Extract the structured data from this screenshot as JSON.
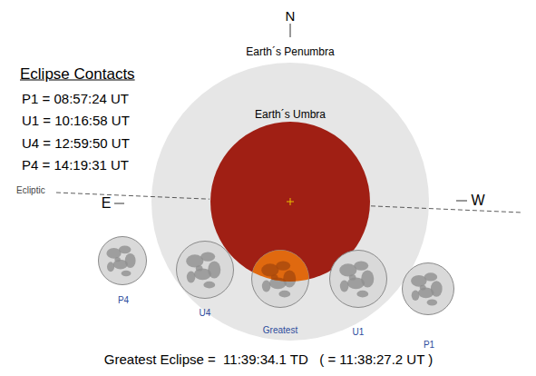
{
  "diagram": {
    "caption": "Greatest Eclipse =  11:39:34.1 TD   ( = 11:38:27.2 UT )",
    "nodes": [
      {
        "text": [
          "Earth´s Penumbra"
        ]
      },
      {
        "text": [
          "Earth´s Umbra"
        ],
        "in": 0
      },
      {
        "text": [
          "P4"
        ]
      },
      {
        "text": [
          "U4"
        ]
      },
      {
        "text": [
          "Greatest"
        ]
      },
      {
        "text": [
          "U1"
        ]
      },
      {
        "text": [
          "P1"
        ]
      }
    ],
    "labels": [
      "N",
      "Eclipse Contacts",
      "P1 = 08:57:24 UT",
      "U1 = 10:16:58 UT",
      "U4 = 12:59:50 UT",
      "P4 = 14:19:31 UT",
      "Ecliptic",
      "E",
      "W"
    ]
  }
}
